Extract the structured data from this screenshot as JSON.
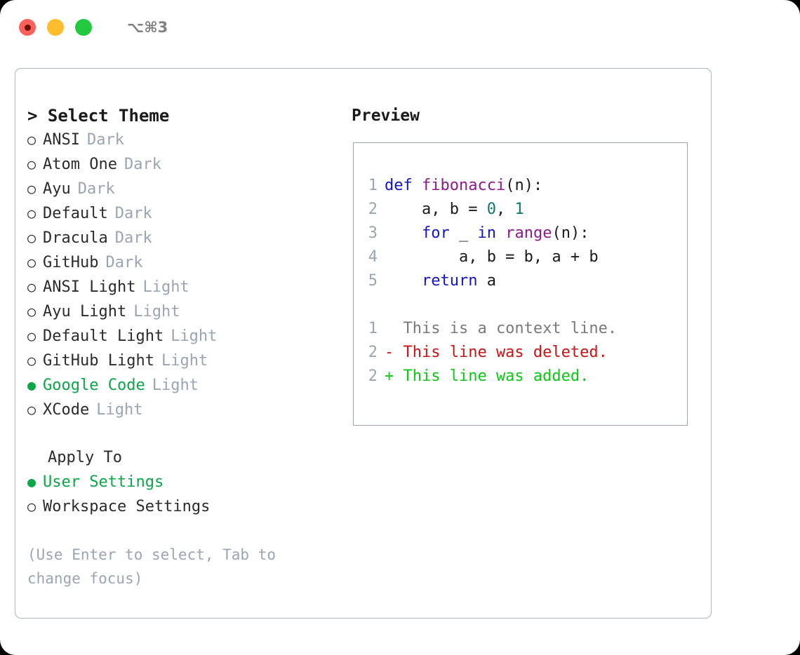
{
  "window": {
    "shortcut": "⌥⌘3",
    "traffic_lights": [
      {
        "name": "close",
        "color": "#ff6159"
      },
      {
        "name": "minimize",
        "color": "#ffbd2e"
      },
      {
        "name": "zoom",
        "color": "#22c93f"
      }
    ]
  },
  "colors": {
    "accent_green": "#0aa648",
    "muted": "#9aa5b4",
    "text": "#2b2b2b",
    "keyword": "#1414c8",
    "function": "#8c1a8c",
    "number": "#0a7a6e",
    "diff_context": "#7a7a7a",
    "diff_delete": "#c81414",
    "diff_add": "#0ac814",
    "border": "#aab4c2"
  },
  "theme_picker": {
    "header": "> Select Theme",
    "options": [
      {
        "name": "ANSI",
        "variant": "Dark",
        "selected": false,
        "marker": "○"
      },
      {
        "name": "Atom One",
        "variant": "Dark",
        "selected": false,
        "marker": "○"
      },
      {
        "name": "Ayu",
        "variant": "Dark",
        "selected": false,
        "marker": "○"
      },
      {
        "name": "Default",
        "variant": "Dark",
        "selected": false,
        "marker": "○"
      },
      {
        "name": "Dracula",
        "variant": "Dark",
        "selected": false,
        "marker": "○"
      },
      {
        "name": "GitHub",
        "variant": "Dark",
        "selected": false,
        "marker": "○"
      },
      {
        "name": "ANSI Light",
        "variant": "Light",
        "selected": false,
        "marker": "○"
      },
      {
        "name": "Ayu Light",
        "variant": "Light",
        "selected": false,
        "marker": "○"
      },
      {
        "name": "Default Light",
        "variant": "Light",
        "selected": false,
        "marker": "○"
      },
      {
        "name": "GitHub Light",
        "variant": "Light",
        "selected": false,
        "marker": "○"
      },
      {
        "name": "Google Code",
        "variant": "Light",
        "selected": true,
        "marker": "●"
      },
      {
        "name": "XCode",
        "variant": "Light",
        "selected": false,
        "marker": "○"
      }
    ]
  },
  "apply_to": {
    "title": "Apply To",
    "options": [
      {
        "name": "User Settings",
        "selected": true,
        "marker": "●"
      },
      {
        "name": "Workspace Settings",
        "selected": false,
        "marker": "○"
      }
    ]
  },
  "hint": "(Use Enter to select, Tab to change focus)",
  "preview": {
    "title": "Preview",
    "code_lines": [
      {
        "num": "1",
        "tokens": [
          {
            "t": "def ",
            "c": "kw"
          },
          {
            "t": "fibonacci",
            "c": "fn"
          },
          {
            "t": "(n):",
            "c": "plain"
          }
        ]
      },
      {
        "num": "2",
        "tokens": [
          {
            "t": "    a, b = ",
            "c": "plain"
          },
          {
            "t": "0",
            "c": "num"
          },
          {
            "t": ", ",
            "c": "plain"
          },
          {
            "t": "1",
            "c": "num"
          }
        ]
      },
      {
        "num": "3",
        "tokens": [
          {
            "t": "    ",
            "c": "plain"
          },
          {
            "t": "for",
            "c": "kw"
          },
          {
            "t": " _ ",
            "c": "plain"
          },
          {
            "t": "in",
            "c": "kw"
          },
          {
            "t": " ",
            "c": "plain"
          },
          {
            "t": "range",
            "c": "fn"
          },
          {
            "t": "(n):",
            "c": "plain"
          }
        ]
      },
      {
        "num": "4",
        "tokens": [
          {
            "t": "        a, b = b, a + b",
            "c": "plain"
          }
        ]
      },
      {
        "num": "5",
        "tokens": [
          {
            "t": "    ",
            "c": "plain"
          },
          {
            "t": "return",
            "c": "kw"
          },
          {
            "t": " a",
            "c": "plain"
          }
        ]
      }
    ],
    "diff_lines": [
      {
        "num": "1",
        "text": "  This is a context line.",
        "kind": "ctx"
      },
      {
        "num": "2",
        "text": "- This line was deleted.",
        "kind": "del"
      },
      {
        "num": "2",
        "text": "+ This line was added.",
        "kind": "add"
      }
    ]
  }
}
